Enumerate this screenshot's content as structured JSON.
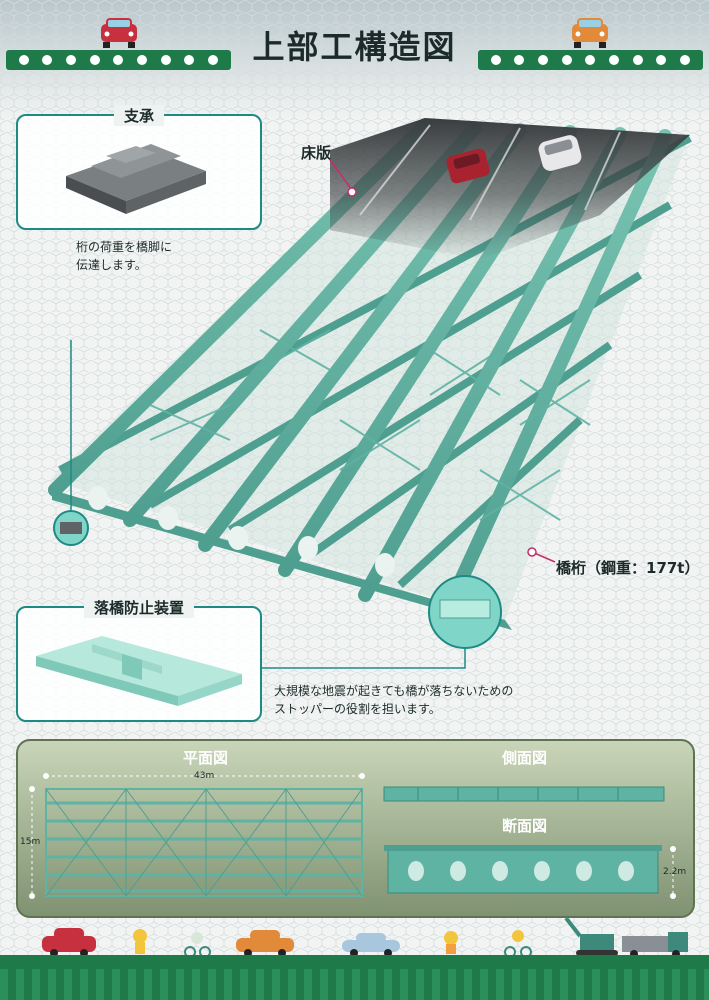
{
  "header": {
    "title": "上部工構造図"
  },
  "bearing": {
    "label": "支承",
    "description_line1": "桁の荷重を橋脚に",
    "description_line2": "伝達します。"
  },
  "deck": {
    "label": "床版"
  },
  "girder": {
    "label": "橋桁（鋼重：177t）"
  },
  "fall_prevention": {
    "label": "落橋防止装置",
    "description_line1": "大規模な地震が起きても橋が落ちないための",
    "description_line2": "ストッパーの役割を担います。"
  },
  "drawings": {
    "plan_title": "平面図",
    "side_title": "側面図",
    "section_title": "断面図",
    "plan_length": "43m",
    "plan_width": "15m",
    "section_height": "2.2m"
  },
  "colors": {
    "steel": "#5fb3a3",
    "steel_dark": "#3d8a7c",
    "deck": "#3a3d3f",
    "accent": "#1f8a84",
    "rail": "#1f7a4a",
    "leader": "#c0306a"
  }
}
